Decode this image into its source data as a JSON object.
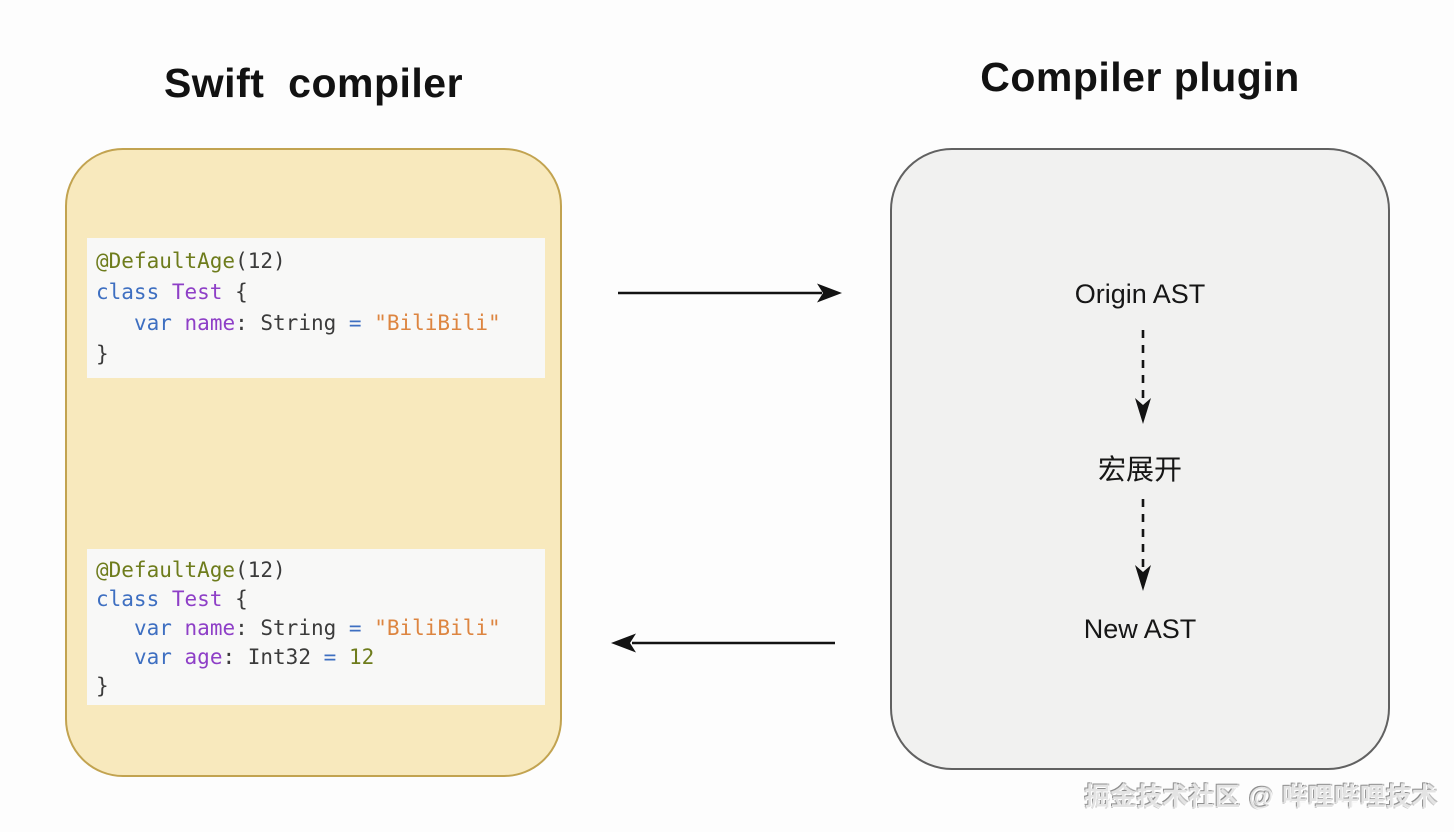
{
  "left_panel": {
    "title": "Swift  compiler",
    "code_before": {
      "lines": [
        [
          {
            "t": "@DefaultAge",
            "c": "attr"
          },
          {
            "t": "(12)",
            "c": "plain"
          }
        ],
        [
          {
            "t": "class",
            "c": "kw"
          },
          {
            "t": " ",
            "c": "plain"
          },
          {
            "t": "Test",
            "c": "type"
          },
          {
            "t": " {",
            "c": "plain"
          }
        ],
        [
          {
            "t": "   ",
            "c": "plain"
          },
          {
            "t": "var",
            "c": "kw"
          },
          {
            "t": " ",
            "c": "plain"
          },
          {
            "t": "name",
            "c": "prop"
          },
          {
            "t": ": String ",
            "c": "plain"
          },
          {
            "t": "=",
            "c": "kw"
          },
          {
            "t": " ",
            "c": "plain"
          },
          {
            "t": "\"BiliBili\"",
            "c": "str"
          }
        ],
        [
          {
            "t": "}",
            "c": "plain"
          }
        ]
      ]
    },
    "code_after": {
      "lines": [
        [
          {
            "t": "@DefaultAge",
            "c": "attr"
          },
          {
            "t": "(12)",
            "c": "plain"
          }
        ],
        [
          {
            "t": "class",
            "c": "kw"
          },
          {
            "t": " ",
            "c": "plain"
          },
          {
            "t": "Test",
            "c": "type"
          },
          {
            "t": " {",
            "c": "plain"
          }
        ],
        [
          {
            "t": "   ",
            "c": "plain"
          },
          {
            "t": "var",
            "c": "kw"
          },
          {
            "t": " ",
            "c": "plain"
          },
          {
            "t": "name",
            "c": "prop"
          },
          {
            "t": ": String ",
            "c": "plain"
          },
          {
            "t": "=",
            "c": "kw"
          },
          {
            "t": " ",
            "c": "plain"
          },
          {
            "t": "\"BiliBili\"",
            "c": "str"
          }
        ],
        [
          {
            "t": "   ",
            "c": "plain"
          },
          {
            "t": "var",
            "c": "kw"
          },
          {
            "t": " ",
            "c": "plain"
          },
          {
            "t": "age",
            "c": "prop"
          },
          {
            "t": ": Int32 ",
            "c": "plain"
          },
          {
            "t": "=",
            "c": "kw"
          },
          {
            "t": " ",
            "c": "plain"
          },
          {
            "t": "12",
            "c": "num"
          }
        ],
        [
          {
            "t": "}",
            "c": "plain"
          }
        ]
      ]
    }
  },
  "right_panel": {
    "title": "Compiler plugin",
    "steps": [
      {
        "label": "Origin AST"
      },
      {
        "label": "宏展开"
      },
      {
        "label": "New AST"
      }
    ]
  },
  "watermark": "掘金技术社区 @ 哔哩哔哩技术",
  "colors": {
    "keyword": "#3e6fc1",
    "type_name": "#8e3fc7",
    "property": "#8e3fc7",
    "attribute": "#6e7c1c",
    "number_literal": "#6e7c1c",
    "string_literal": "#dd8540",
    "plain": "#3b3b3b",
    "left_box_fill": "#f8e9bd",
    "left_box_border": "#c2a350",
    "right_box_fill": "#f1f1f0",
    "right_box_border": "#616161",
    "arrow": "#131313"
  }
}
